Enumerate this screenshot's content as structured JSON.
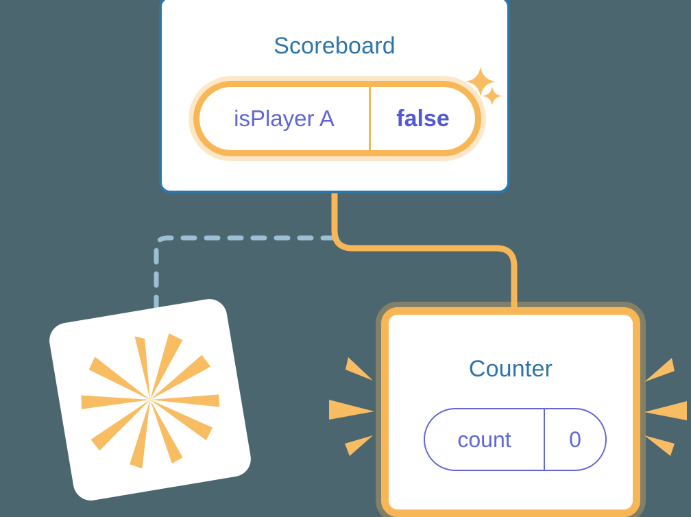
{
  "theme": {
    "background": "#4c6670",
    "card_background": "#ffffff",
    "scoreboard_border": "#2e76a8",
    "title_color": "#2e74a8",
    "highlight_orange": "#f7b757",
    "highlight_orange_halo": "#fbdcae",
    "state_text": "#6067d4",
    "state_value_bold": "#5258d6",
    "dashed_connector": "#9dbed3",
    "ray_orange": "#f8bd63"
  },
  "scoreboard": {
    "title": "Scoreboard",
    "state": {
      "key": "isPlayer A",
      "value": "false"
    },
    "sparkles": [
      "sparkle-large",
      "sparkle-small"
    ]
  },
  "counter": {
    "title": "Counter",
    "state": {
      "key": "count",
      "value": "0"
    }
  },
  "burst_card": {
    "ray_count": 10,
    "label": ""
  },
  "connectors": [
    {
      "name": "scoreboard-to-counter",
      "style": "solid",
      "color": "#f7b757"
    },
    {
      "name": "scoreboard-to-burst",
      "style": "dashed",
      "color": "#9dbed3"
    }
  ]
}
